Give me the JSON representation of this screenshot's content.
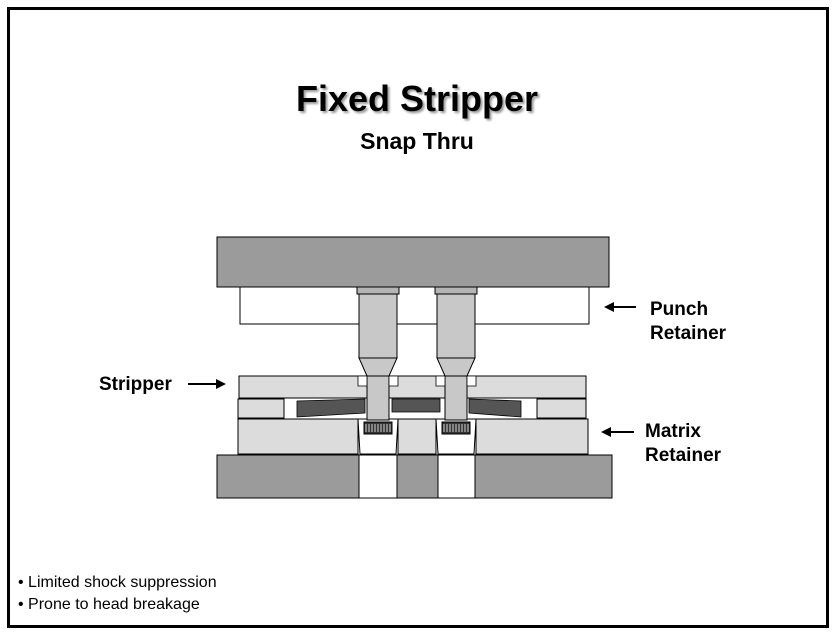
{
  "title": "Fixed Stripper",
  "subtitle": "Snap Thru",
  "labels": {
    "punch_retainer": [
      "Punch",
      "Retainer"
    ],
    "stripper": "Stripper",
    "matrix_retainer": [
      "Matrix",
      "Retainer"
    ]
  },
  "bullets": [
    "• Limited shock suppression",
    "• Prone to head breakage"
  ],
  "colors": {
    "dark_block": "#9b9b9b",
    "light_block": "#dcdcdc",
    "punch": "#c8c8c8",
    "sheet": "#555555"
  }
}
